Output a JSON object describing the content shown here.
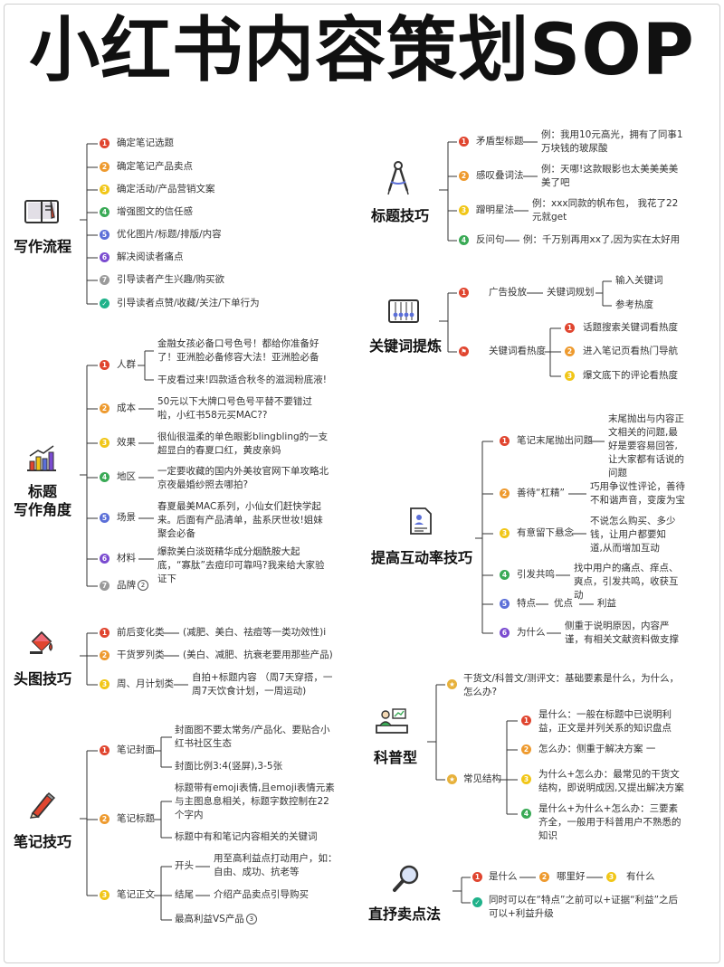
{
  "title": "小红书内容策划SOP",
  "writing_flow": {
    "label": "写作流程",
    "items": [
      "确定笔记选题",
      "确定笔记产品卖点",
      "确定活动/产品营销文案",
      "增强图文的信任感",
      "优化图片/标题/排版/内容",
      "解决阅读者痛点",
      "引导读者产生兴趣/购买欲",
      "引导读者点赞/收藏/关注/下单行为"
    ]
  },
  "angle": {
    "label": "标题",
    "label2": "写作角度",
    "items": [
      {
        "name": "人群",
        "examples": [
          "金融女孩必备口号色号！都给你准备好了！亚洲脸必备修容大法！亚洲脸必备",
          "干皮看过来!四款适合秋冬的滋润粉底液!"
        ]
      },
      {
        "name": "成本",
        "examples": [
          "50元以下大牌口号色号平替不要错过啦，小红书58元买MAC??"
        ]
      },
      {
        "name": "效果",
        "examples": [
          "很仙很温柔的单色眼影blingbling的一支超显白的春夏口红，黄皮亲妈"
        ]
      },
      {
        "name": "地区",
        "examples": [
          "一定要收藏的国内外美妆官网下单攻略北京夜最婚纱照去哪拍?"
        ]
      },
      {
        "name": "场景",
        "examples": [
          "春夏最美MAC系列，小仙女们赶快学起来。后面有产品清单，盐系厌世妆!姐妹聚会必备"
        ]
      },
      {
        "name": "材料",
        "examples": [
          "爆款美白淡斑精华成分烟酰胺大起底，“寡肽”去痘印可靠吗?我来给大家验证下"
        ]
      },
      {
        "name": "品牌",
        "examples": []
      }
    ],
    "brand_ref": "2"
  },
  "head_image": {
    "label": "头图技巧",
    "items": [
      {
        "name": "前后变化类",
        "desc": "(减肥、美白、祛痘等一类功效性)i"
      },
      {
        "name": "干货罗列类",
        "desc": "(美白、减肥、抗衰老要用那些产品)"
      },
      {
        "name": "周、月计划类",
        "desc": "自拍+标题内容 （周7天穿搭，一周7天饮食计划，一周运动)"
      }
    ]
  },
  "note_skill": {
    "label": "笔记技巧",
    "cover": {
      "name": "笔记封面",
      "items": [
        "封面图不要太常务/产品化、要贴合小红书社区生态",
        "封面比例3:4(竖屏),3-5张"
      ]
    },
    "title": {
      "name": "笔记标题",
      "items": [
        "标题带有emoji表情,且emoji表情元素与主图息息相关，标题字数控制在22个字内",
        "标题中有和笔记内容相关的关键词"
      ]
    },
    "body": {
      "name": "笔记正文",
      "items": [
        {
          "name": "开头",
          "desc": "用至高利益点打动用户，如：自由、成功、抗老等"
        },
        {
          "name": "结尾",
          "desc": "介绍产品卖点引导购买"
        },
        {
          "name": "最高利益VS产品",
          "desc": ""
        }
      ],
      "ref": "3"
    }
  },
  "title_skill": {
    "label": "标题技巧",
    "items": [
      {
        "name": "矛盾型标题",
        "desc": "例：我用10元高光，拥有了同事1万块钱的玻尿酸"
      },
      {
        "name": "感叹叠词法",
        "desc": "例：天哪!这款眼影也太美美美美美了吧"
      },
      {
        "name": "蹭明星法",
        "desc": "例：xxx同款的帆布包， 我花了22元就get"
      },
      {
        "name": "反问句",
        "desc": "例：千万别再用xx了,因为实在太好用"
      }
    ]
  },
  "keyword": {
    "label": "关键词提炼",
    "ad": {
      "name": "广告投放",
      "sub": "关键词规划",
      "items": [
        "输入关键词",
        "参考热度"
      ]
    },
    "heat": {
      "name": "关键词看热度",
      "items": [
        "话题搜索关键词看热度",
        "进入笔记页看热门导航",
        "爆文底下的评论看热度"
      ]
    }
  },
  "engage": {
    "label": "提高互动率技巧",
    "items": [
      {
        "name": "笔记末尾抛出问题",
        "desc": "末尾抛出与内容正文相关的问题,最好是要容易回答,让大家都有话说的问题"
      },
      {
        "name": "善待“杠精”",
        "desc": "巧用争议性评论，善待不和谐声音，变废为宝"
      },
      {
        "name": "有意留下悬念",
        "desc": "不说怎么购买、多少钱，让用户都要知道,从而增加互动"
      },
      {
        "name": "引发共鸣",
        "desc": "找中用户的痛点、痒点、爽点，引发共鸣，收获互动"
      },
      {
        "name": "特点",
        "desc": "优点",
        "desc2": "利益"
      },
      {
        "name": "为什么",
        "desc": "侧重于说明原因，内容严谨，有相关文献资料做支撑"
      }
    ]
  },
  "science": {
    "label": "科普型",
    "top": "干货文/科普文/测评文：基础要素是什么，为什么，怎么办?",
    "structure": "常见结构",
    "items": [
      "是什么：一般在标题中已说明利益，正文是并列关系的知识盘点",
      "怎么办：侧重于解决方案 一",
      "为什么+怎么办：最常见的干货文结构，即说明成因,又提出解决方案",
      "是什么+为什么+怎么办：三要素齐全，一般用于科普用户不熟悉的知识"
    ]
  },
  "direct": {
    "label": "直抒卖点法",
    "row1": [
      "是什么",
      "哪里好",
      "有什么"
    ],
    "row2": "同时可以在“特点”之前可以+证据“利益”之后可以+利益升级"
  },
  "colors": {
    "red": "#e0452f",
    "orange": "#ee9a2e",
    "yellow": "#f1c617",
    "green": "#3aaa56",
    "blue": "#5b6fd8",
    "purple": "#7a4bd0",
    "gray": "#9a9a9a",
    "teal": "#1fb28a"
  },
  "icons": [
    "book-icon",
    "bar-chart-icon",
    "paint-bucket-icon",
    "pencil-icon",
    "compass-icon",
    "abacus-icon",
    "document-icon",
    "teacher-icon",
    "magnifier-icon"
  ]
}
